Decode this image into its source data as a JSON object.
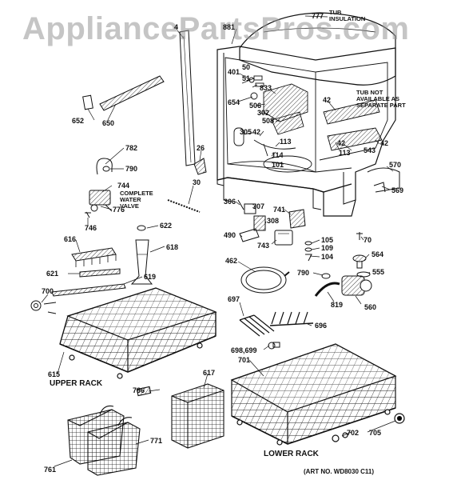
{
  "watermark": "AppliancePartsPros.com",
  "art_number": "(ART NO. WD8030 C11)",
  "notes": {
    "tub_insulation_1": "TUB",
    "tub_insulation_2": "INSULATION",
    "tub_not_available_1": "TUB NOT",
    "tub_not_available_2": "AVAILABLE AS",
    "tub_not_available_3": "SEPARATE PART",
    "water_valve_1": "COMPLETE",
    "water_valve_2": "WATER",
    "water_valve_3": "VALVE"
  },
  "section_labels": {
    "upper_rack": "UPPER RACK",
    "lower_rack": "LOWER RACK"
  },
  "part_numbers": {
    "p777": "777",
    "p881": "881",
    "p4": "4",
    "p401": "401",
    "p50": "50",
    "p51": "51",
    "p833": "833",
    "p654": "654",
    "p506": "506",
    "p302": "302",
    "p508": "508",
    "p42a": "42",
    "p42b": "42",
    "p42c": "42",
    "p42d": "42",
    "p305": "305",
    "p113a": "113",
    "p113b": "113",
    "p114": "114",
    "p101": "101",
    "p543": "543",
    "p652": "652",
    "p650": "650",
    "p782": "782",
    "p790a": "790",
    "p26": "26",
    "p744": "744",
    "p776": "776",
    "p746": "746",
    "p30": "30",
    "p306": "306",
    "p307": "307",
    "p741": "741",
    "p570": "570",
    "p569": "569",
    "p308": "308",
    "p490": "490",
    "p743": "743",
    "p105": "105",
    "p109": "109",
    "p104": "104",
    "p70": "70",
    "p622": "622",
    "p616": "616",
    "p618": "618",
    "p621": "621",
    "p619": "619",
    "p462": "462",
    "p564": "564",
    "p555": "555",
    "p790b": "790",
    "p819": "819",
    "p560": "560",
    "p700": "700",
    "p697": "697",
    "p696": "696",
    "p615": "615",
    "p698": "698,699",
    "p701": "701",
    "p617": "617",
    "p786": "786",
    "p771": "771",
    "p761": "761",
    "p702": "702",
    "p705": "705"
  },
  "colors": {
    "ink": "#111111",
    "watermark": "#969696",
    "background": "#ffffff"
  }
}
